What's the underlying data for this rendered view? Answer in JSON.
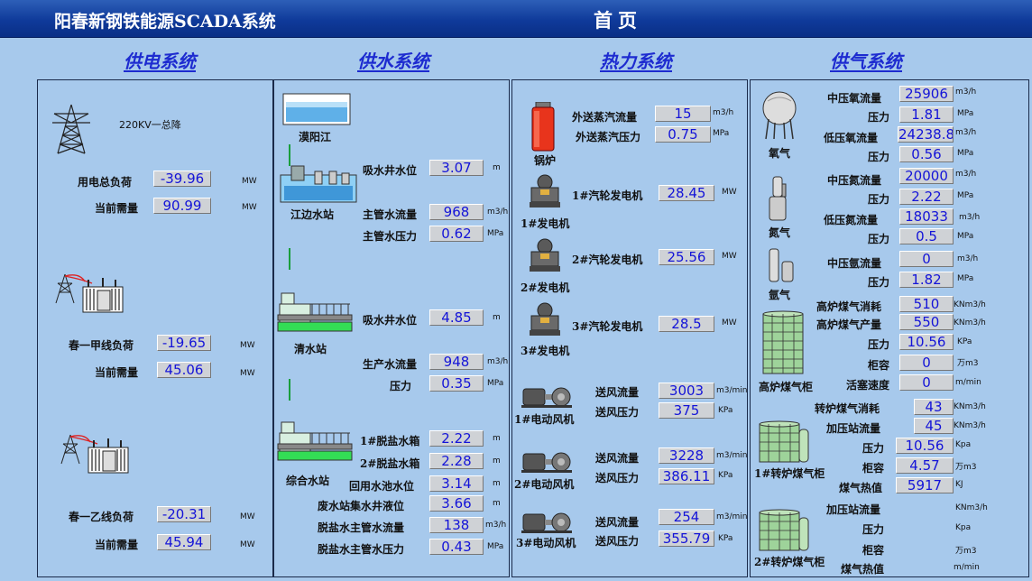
{
  "header": {
    "app_title": "阳春新钢铁能源SCADA系统",
    "page_title": "首页"
  },
  "sections": {
    "power": "供电系统",
    "water": "供水系统",
    "heat": "热力系统",
    "gas": "供气系统"
  },
  "power": {
    "substation": "220KV一总降",
    "s1": {
      "label": "用电总负荷",
      "value": "-39.96",
      "unit": "MW"
    },
    "s2": {
      "label": "当前需量",
      "value": "90.99",
      "unit": "MW"
    },
    "l1": {
      "label": "春一甲线负荷",
      "value": "-19.65",
      "unit": "MW"
    },
    "l2": {
      "label": "当前需量",
      "value": "45.06",
      "unit": "MW"
    },
    "m1": {
      "label": "春一乙线负荷",
      "value": "-20.31",
      "unit": "MW"
    },
    "m2": {
      "label": "当前需量",
      "value": "45.94",
      "unit": "MW"
    }
  },
  "water": {
    "river": "漠阳江",
    "station1": "江边水站",
    "r1": {
      "label": "吸水井水位",
      "value": "3.07",
      "unit": "m"
    },
    "r2": {
      "label": "主管水流量",
      "value": "968",
      "unit": "m3/h"
    },
    "r3": {
      "label": "主管水压力",
      "value": "0.62",
      "unit": "MPa"
    },
    "station2": "清水站",
    "q1": {
      "label": "吸水井水位",
      "value": "4.85",
      "unit": "m"
    },
    "q2": {
      "label": "生产水流量",
      "value": "948",
      "unit": "m3/h"
    },
    "q3": {
      "label": "压力",
      "value": "0.35",
      "unit": "MPa"
    },
    "station3": "综合水站",
    "z1": {
      "label": "1#脱盐水箱",
      "value": "2.22",
      "unit": "m"
    },
    "z2": {
      "label": "2#脱盐水箱",
      "value": "2.28",
      "unit": "m"
    },
    "z3": {
      "label": "回用水池水位",
      "value": "3.14",
      "unit": "m"
    },
    "z4": {
      "label": "废水站集水井液位",
      "value": "3.66",
      "unit": "m"
    },
    "z5": {
      "label": "脱盐水主管水流量",
      "value": "138",
      "unit": "m3/h"
    },
    "z6": {
      "label": "脱盐水主管水压力",
      "value": "0.43",
      "unit": "MPa"
    }
  },
  "heat": {
    "boiler": "锅炉",
    "b1": {
      "label": "外送蒸汽流量",
      "value": "15",
      "unit": "m3/h"
    },
    "b2": {
      "label": "外送蒸汽压力",
      "value": "0.75",
      "unit": "MPa"
    },
    "g1": {
      "name": "1#发电机",
      "label": "1#汽轮发电机",
      "value": "28.45",
      "unit": "MW"
    },
    "g2": {
      "name": "2#发电机",
      "label": "2#汽轮发电机",
      "value": "25.56",
      "unit": "MW"
    },
    "g3": {
      "name": "3#发电机",
      "label": "3#汽轮发电机",
      "value": "28.5",
      "unit": "MW"
    },
    "f1": {
      "name": "1#电动风机",
      "flow_label": "送风流量",
      "flow": "3003",
      "flow_unit": "m3/min",
      "press_label": "送风压力",
      "press": "375",
      "press_unit": "KPa"
    },
    "f2": {
      "name": "2#电动风机",
      "flow_label": "送风流量",
      "flow": "3228",
      "flow_unit": "m3/min",
      "press_label": "送风压力",
      "press": "386.11",
      "press_unit": "KPa"
    },
    "f3": {
      "name": "3#电动风机",
      "flow_label": "送风流量",
      "flow": "254",
      "flow_unit": "m3/min",
      "press_label": "送风压力",
      "press": "355.79",
      "press_unit": "KPa"
    }
  },
  "gas": {
    "o_name": "氧气",
    "o1": {
      "label": "中压氧流量",
      "value": "25906",
      "unit": "m3/h"
    },
    "o2": {
      "label": "压力",
      "value": "1.81",
      "unit": "MPa"
    },
    "o3": {
      "label": "低压氧流量",
      "value": "24238.8",
      "unit": "m3/h"
    },
    "o4": {
      "label": "压力",
      "value": "0.56",
      "unit": "MPa"
    },
    "n_name": "氮气",
    "n1": {
      "label": "中压氮流量",
      "value": "20000",
      "unit": "m3/h"
    },
    "n2": {
      "label": "压力",
      "value": "2.22",
      "unit": "MPa"
    },
    "n3": {
      "label": "低压氮流量",
      "value": "18033",
      "unit": "m3/h"
    },
    "n4": {
      "label": "压力",
      "value": "0.5",
      "unit": "MPa"
    },
    "a_name": "氩气",
    "a1": {
      "label": "中压氩流量",
      "value": "0",
      "unit": "m3/h"
    },
    "a2": {
      "label": "压力",
      "value": "1.82",
      "unit": "MPa"
    },
    "h_name": "高炉煤气柜",
    "h1": {
      "label": "高炉煤气消耗",
      "value": "510",
      "unit": "KNm3/h"
    },
    "h2": {
      "label": "高炉煤气产量",
      "value": "550",
      "unit": "KNm3/h"
    },
    "h3": {
      "label": "压力",
      "value": "10.56",
      "unit": "KPa"
    },
    "h4": {
      "label": "柜容",
      "value": "0",
      "unit": "万m3"
    },
    "h5": {
      "label": "活塞速度",
      "value": "0",
      "unit": "m/min"
    },
    "t1_name": "1#转炉煤气柜",
    "t1a": {
      "label": "转炉煤气消耗",
      "value": "43",
      "unit": "KNm3/h"
    },
    "t1b": {
      "label": "加压站流量",
      "value": "45",
      "unit": "KNm3/h"
    },
    "t1c": {
      "label": "压力",
      "value": "10.56",
      "unit": "Kpa"
    },
    "t1d": {
      "label": "柜容",
      "value": "4.57",
      "unit": "万m3"
    },
    "t1e": {
      "label": "煤气热值",
      "value": "5917",
      "unit": "KJ"
    },
    "t2_name": "2#转炉煤气柜",
    "t2a": {
      "label": "加压站流量",
      "unit": "KNm3/h"
    },
    "t2b": {
      "label": "压力",
      "unit": "Kpa"
    },
    "t2c": {
      "label": "柜容",
      "unit": "万m3"
    },
    "t2d": {
      "label": "煤气热值",
      "unit": "m/min"
    }
  }
}
